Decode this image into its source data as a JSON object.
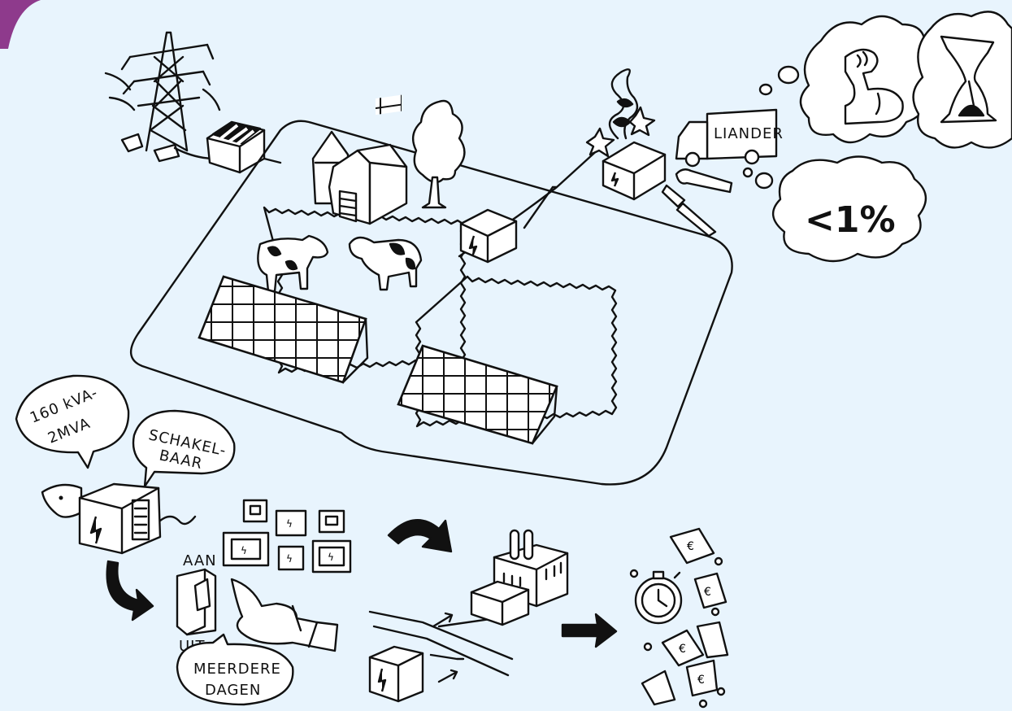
{
  "accent_color": "#8e3a8c",
  "background_color": "#e8f4fd",
  "grid_operator": {
    "label": "LIANDER"
  },
  "thought_bubbles": {
    "percentage": "<1%",
    "icons": [
      "flexed-arm-icon",
      "hourglass-icon"
    ]
  },
  "speech_bubbles": {
    "capacity_line1": "160 kVA-",
    "capacity_line2": "2MVA",
    "switchable_line1": "SCHAKEL-",
    "switchable_line2": "BAAR",
    "duration_line1": "MEERDERE",
    "duration_line2": "DAGEN"
  },
  "switch": {
    "on_label": "AAN",
    "off_label": "UIT"
  },
  "icons": [
    "pylon-icon",
    "transformer-station-icon",
    "barn-icon",
    "tree-icon",
    "cow-icon",
    "solar-panel-icon",
    "battery-icon",
    "factory-icon",
    "stopwatch-icon",
    "euro-note-icon",
    "wrench-icon",
    "screwdriver-icon",
    "truck-icon",
    "lightning-icon"
  ]
}
